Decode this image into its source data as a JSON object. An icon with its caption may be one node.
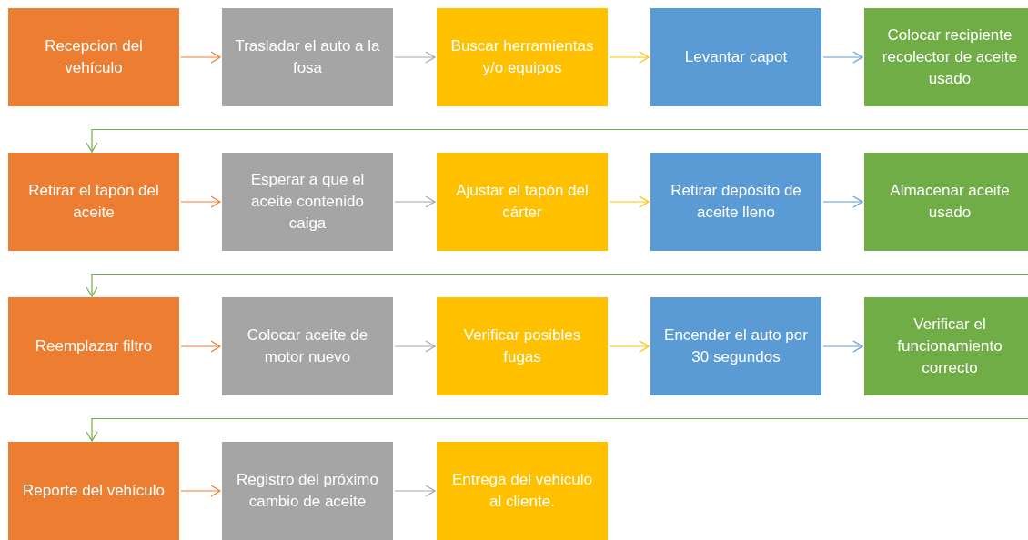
{
  "diagram": {
    "nodes": [
      {
        "text": [
          "Recepcion del vehículo"
        ]
      },
      {
        "text": [
          "Trasladar el auto a la fosa"
        ]
      },
      {
        "text": [
          "Buscar herramientas y/o equipos"
        ]
      },
      {
        "text": [
          "Levantar capot"
        ]
      },
      {
        "text": [
          "Colocar recipiente recolector de aceite usado"
        ]
      },
      {
        "text": [
          "Retirar el tapón del aceite"
        ]
      },
      {
        "text": [
          "Esperar a que el aceite contenido caiga"
        ]
      },
      {
        "text": [
          "Ajustar el tapón del cárter"
        ]
      },
      {
        "text": [
          "Retirar depósito de aceite lleno"
        ]
      },
      {
        "text": [
          "Almacenar aceite usado"
        ]
      },
      {
        "text": [
          "Reemplazar filtro"
        ]
      },
      {
        "text": [
          "Colocar aceite de motor nuevo"
        ]
      },
      {
        "text": [
          "Verificar posibles fugas"
        ]
      },
      {
        "text": [
          "Encender el auto por 30 segundos"
        ]
      },
      {
        "text": [
          "Verificar el funcionamiento correcto"
        ]
      },
      {
        "text": [
          "Reporte del vehículo"
        ]
      },
      {
        "text": [
          "Registro del próximo cambio de aceite"
        ]
      },
      {
        "text": [
          "Entrega del vehiculo al cliente."
        ]
      }
    ],
    "edges": [
      {
        "from": 0,
        "to": 1,
        "arrow": "to",
        "color": "#ed7d31"
      },
      {
        "from": 1,
        "to": 2,
        "arrow": "to",
        "color": "#a5a5a5"
      },
      {
        "from": 2,
        "to": 3,
        "arrow": "to",
        "color": "#ffc000"
      },
      {
        "from": 3,
        "to": 4,
        "arrow": "to",
        "color": "#5b9bd5"
      },
      {
        "from": 4,
        "to": 5,
        "arrow": "to",
        "color": "#70ad47"
      },
      {
        "from": 5,
        "to": 6,
        "arrow": "to",
        "color": "#ed7d31"
      },
      {
        "from": 6,
        "to": 7,
        "arrow": "to",
        "color": "#a5a5a5"
      },
      {
        "from": 7,
        "to": 8,
        "arrow": "to",
        "color": "#ffc000"
      },
      {
        "from": 8,
        "to": 9,
        "arrow": "to",
        "color": "#5b9bd5"
      },
      {
        "from": 9,
        "to": 10,
        "arrow": "to",
        "color": "#70ad47"
      },
      {
        "from": 10,
        "to": 11,
        "arrow": "to",
        "color": "#ed7d31"
      },
      {
        "from": 11,
        "to": 12,
        "arrow": "to",
        "color": "#a5a5a5"
      },
      {
        "from": 12,
        "to": 13,
        "arrow": "to",
        "color": "#ffc000"
      },
      {
        "from": 13,
        "to": 14,
        "arrow": "to",
        "color": "#5b9bd5"
      },
      {
        "from": 14,
        "to": 15,
        "arrow": "to",
        "color": "#70ad47"
      },
      {
        "from": 15,
        "to": 16,
        "arrow": "to",
        "color": "#ed7d31"
      },
      {
        "from": 16,
        "to": 17,
        "arrow": "to",
        "color": "#a5a5a5"
      }
    ]
  }
}
